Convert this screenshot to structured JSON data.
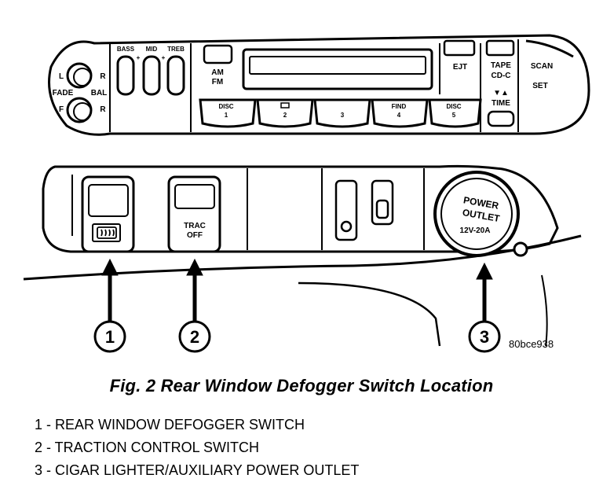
{
  "radio": {
    "fade": "FADE",
    "bal": "BAL",
    "left": "L",
    "right_top": "R",
    "front": "F",
    "right_bottom": "R",
    "bass": "BASS",
    "mid": "MID",
    "treb": "TREB",
    "am_fm_line1": "AM",
    "am_fm_line2": "FM",
    "ejt": "EJT",
    "tape_line1": "TAPE",
    "tape_line2": "CD-C",
    "time": "TIME",
    "scan": "SCAN",
    "set": "SET",
    "preset1_top": "DISC",
    "preset1_num": "1",
    "preset2_num": "2",
    "preset3_num": "3",
    "preset4_top": "FIND",
    "preset4_num": "4",
    "preset5_top": "DISC",
    "preset5_num": "5"
  },
  "switch_panel": {
    "trac_line1": "TRAC",
    "trac_line2": "OFF",
    "outlet_line1": "POWER",
    "outlet_line2": "OUTLET",
    "outlet_rating": "12V-20A"
  },
  "callouts": [
    "1",
    "2",
    "3"
  ],
  "figure_code": "80bce938",
  "figure_title": "Fig. 2 Rear Window Defogger Switch Location",
  "legend": [
    "1 - REAR WINDOW DEFOGGER SWITCH",
    "2 - TRACTION CONTROL SWITCH",
    "3 - CIGAR LIGHTER/AUXILIARY POWER OUTLET"
  ]
}
